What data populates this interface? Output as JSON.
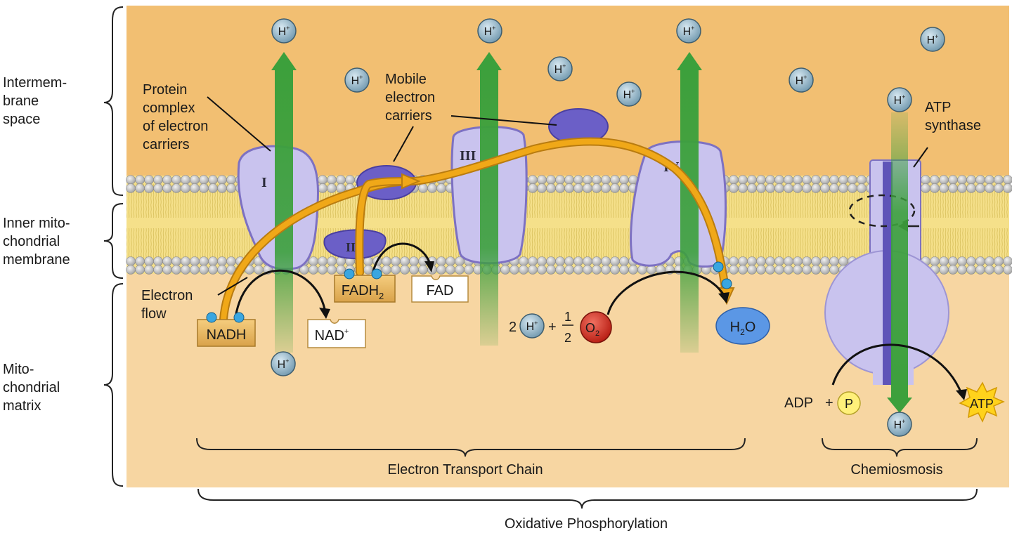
{
  "regions": {
    "intermembrane": [
      "Intermem-",
      "brane",
      "space"
    ],
    "inner_membrane": [
      "Inner mito-",
      "chondrial",
      "membrane"
    ],
    "matrix": [
      "Mito-",
      "chondrial",
      "matrix"
    ]
  },
  "labels": {
    "protein_complex": [
      "Protein",
      "complex",
      "of electron",
      "carriers"
    ],
    "mobile_carriers": [
      "Mobile",
      "electron",
      "carriers"
    ],
    "electron_flow": [
      "Electron",
      "flow"
    ],
    "atp_synthase": [
      "ATP",
      "synthase"
    ]
  },
  "complexes": {
    "c1": "I",
    "c2": "II",
    "c3": "III",
    "c4": "IV"
  },
  "molecules": {
    "nadh": "NADH",
    "nad": "NAD",
    "nad_sup": "+",
    "fadh": "FADH",
    "fadh_sub": "2",
    "fad": "FAD",
    "h2o_h": "H",
    "h2o_sub": "2",
    "h2o_o": "O",
    "o2_o": "O",
    "o2_sub": "2",
    "adp": "ADP",
    "plus": "+",
    "p": "P",
    "atp": "ATP",
    "coef_2": "2",
    "frac_num": "1",
    "frac_den": "2"
  },
  "proton": {
    "h": "H",
    "sup": "+"
  },
  "brackets": {
    "etc": "Electron Transport Chain",
    "chemiosmosis": "Chemiosmosis",
    "oxphos": "Oxidative Phosphorylation"
  },
  "colors": {
    "intermembrane_bg": "#f2bf72",
    "matrix_bg": "#f7d6a2",
    "membrane_yellow": "#f5e08a",
    "lipid_head": "#c9c9c9",
    "protein": "#c9c3ee",
    "protein_edge": "#7d71c2",
    "mobile_carrier": "#6b5fc7",
    "proton_arrow": "#3ca03c",
    "electron_arrow": "#f0a818",
    "proton": "#7fa9bf",
    "oxygen": "#d2281c",
    "water": "#4f8fe0",
    "phosphate": "#fff07a",
    "atp_star": "#ffd21c"
  }
}
